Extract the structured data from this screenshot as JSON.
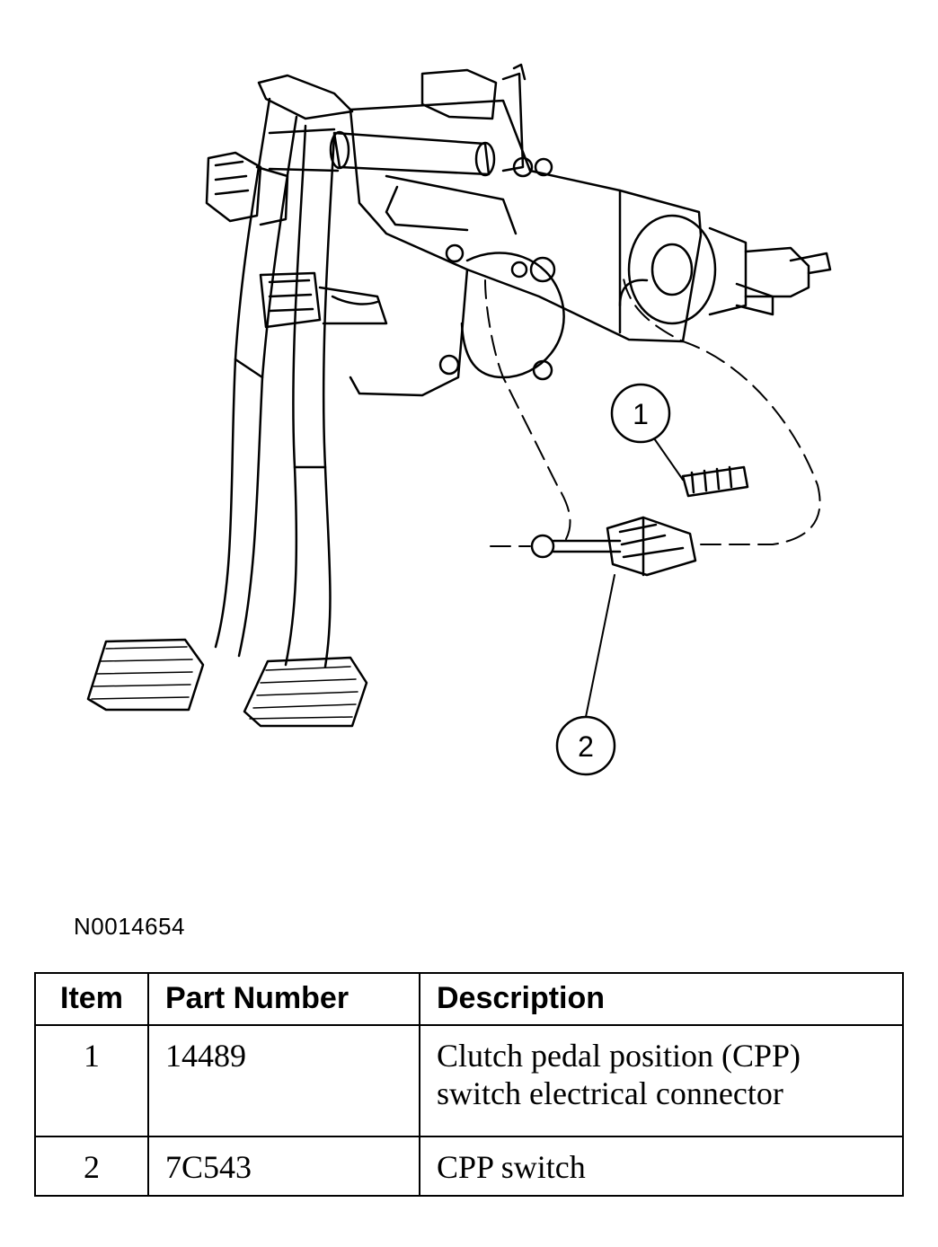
{
  "figure": {
    "id": "N0014654",
    "callouts": [
      "1",
      "2"
    ]
  },
  "table": {
    "headers": {
      "item": "Item",
      "part_number": "Part Number",
      "description": "Description"
    },
    "rows": [
      {
        "item": "1",
        "part_number": "14489",
        "description_lines": [
          "Clutch pedal position (CPP)",
          "switch electrical connector"
        ]
      },
      {
        "item": "2",
        "part_number": "7C543",
        "description_lines": [
          "CPP switch"
        ]
      }
    ]
  }
}
